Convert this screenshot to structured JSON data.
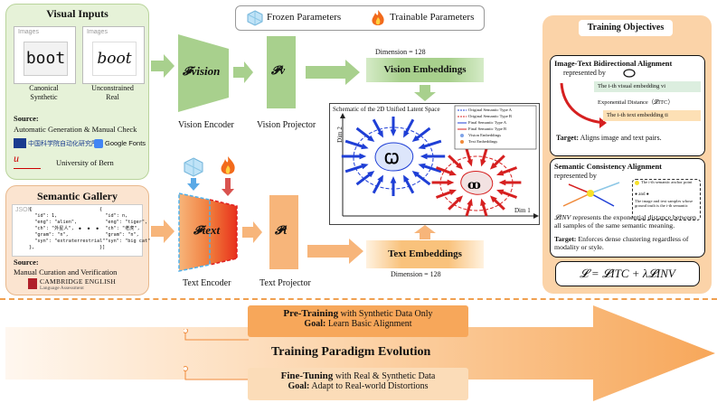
{
  "legend": {
    "frozen": "Frozen Parameters",
    "trainable": "Trainable Parameters"
  },
  "visual_inputs": {
    "title": "Visual Inputs",
    "card1_label": "Images",
    "card1_word": "boot",
    "card1_caption_1": "Canonical",
    "card1_caption_2": "Synthetic",
    "card2_label": "Images",
    "card2_word": "boot",
    "card2_caption_1": "Unconstrained",
    "card2_caption_2": "Real",
    "source_label": "Source:",
    "source_text": "Automatic Generation & Manual Check",
    "logo_cas": "中国科学院自动化研究所",
    "logo_google": "Google Fonts",
    "logo_bern": "University of Bern"
  },
  "semantic_gallery": {
    "title": "Semantic Gallery",
    "json_label": "JSON",
    "json1": [
      "{",
      "  \"id\": 1,",
      "  \"eng\": \"alien\",",
      "  \"ch\": \"外星人\",",
      "  \"gram\": \"n\",",
      "  \"syn\": \"extraterrestrial\"",
      "},"
    ],
    "json2": [
      "{",
      "  \"id\": n,",
      "  \"eng\": \"tiger\",",
      "  \"ch\": \"老虎\",",
      "  \"gram\": \"n\",",
      "  \"syn\": \"big cat\"",
      "}]"
    ],
    "ellipsis": "• • •",
    "source_label": "Source:",
    "source_text": "Manual Curation and Verification",
    "logo_cambridge": "CAMBRIDGE ENGLISH",
    "logo_cambridge_sub": "Language Assessment"
  },
  "pipeline": {
    "vision_encoder_symbol": "𝓕vision",
    "vision_encoder_label": "Vision Encoder",
    "vision_projector_symbol": "𝓟v",
    "vision_projector_label": "Vision Projector",
    "vision_dim": "Dimension = 128",
    "vision_embeddings": "Vision Embeddings",
    "text_encoder_symbol": "𝓕text",
    "text_encoder_label": "Text Encoder",
    "text_projector_symbol": "𝓟t",
    "text_projector_label": "Text Projector",
    "text_embeddings": "Text Embeddings",
    "text_dim": "Dimension = 128"
  },
  "latent_space": {
    "title": "Schematic of the 2D Unified Latent Space",
    "dim1": "Dim 1",
    "dim2": "Dim 2",
    "legend": [
      "Original Semantic Type A",
      "Original Semantic Type B",
      "Final Semantic Type A",
      "Final Semantic Type B",
      "Vision Embeddings",
      "Text Embeddings"
    ]
  },
  "objectives": {
    "title": "Training Objectives",
    "itc_title": "Image-Text Bidirectional Alignment",
    "represented_by": "represented by",
    "visual_embedding": "The i-th visual embedding vi",
    "exp_distance": "Exponential Distance（𝓛ITC）",
    "text_embedding": "The i-th text embedding ti",
    "itc_target_label": "Target:",
    "itc_target": "Aligns image and text pairs.",
    "inv_title": "Semantic Consistency Alignment",
    "anchor_text": "The i-th semantic anchor point",
    "and_text": "and",
    "samples_text": "The image and text samples whose ground truth is the i-th semantic",
    "inv_symbol": "𝓛INV",
    "inv_desc": "represents the exponential distance between all samples of the same semantic meaning.",
    "inv_target_label": "Target:",
    "inv_target": "Enforces dense clustering regardless of modality or style.",
    "loss": "𝓛 = 𝓛ITC + λ𝓛INV"
  },
  "paradigm": {
    "title": "Training Paradigm Evolution",
    "pretrain_bold": "Pre-Training",
    "pretrain_rest": " with Synthetic Data Only",
    "pretrain_goal_label": "Goal:",
    "pretrain_goal": " Learn Basic Alignment",
    "finetune_bold": "Fine-Tuning",
    "finetune_rest": " with Real & Synthetic Data",
    "finetune_goal_label": "Goal:",
    "finetune_goal": " Adapt to Real-world Distortions"
  },
  "colors": {
    "green": "#a8d08d",
    "orange": "#f7a75a",
    "blue_arrow": "#1f3fd6",
    "red_arrow": "#d62020"
  }
}
